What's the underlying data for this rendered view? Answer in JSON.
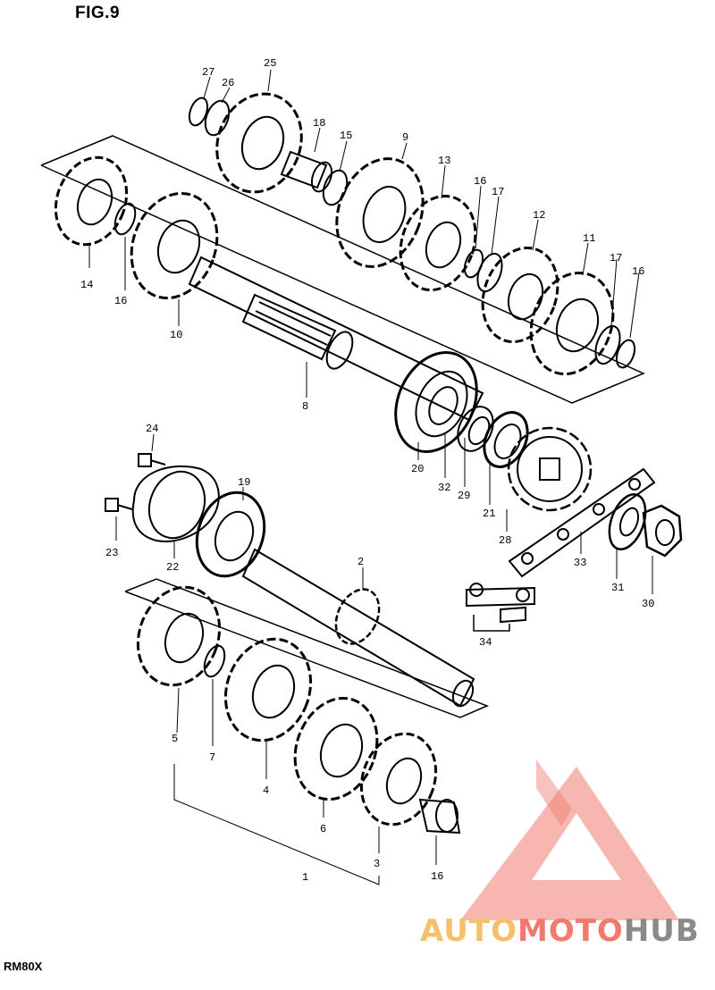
{
  "figure": {
    "title": "FIG.9",
    "model": "RM80X"
  },
  "watermark": {
    "part1": "AUTO",
    "part2": "MOTO",
    "part3": "HUB",
    "colors": [
      "#f5c06a",
      "#f07a6e",
      "#8a8a8a"
    ]
  },
  "labels": [
    "27",
    "26",
    "25",
    "18",
    "15",
    "9",
    "13",
    "16",
    "17",
    "12",
    "11",
    "17",
    "16",
    "14",
    "16",
    "10",
    "8",
    "24",
    "19",
    "20",
    "32",
    "29",
    "21",
    "23",
    "22",
    "2",
    "28",
    "33",
    "31",
    "30",
    "34",
    "5",
    "7",
    "4",
    "6",
    "3",
    "16",
    "1"
  ]
}
